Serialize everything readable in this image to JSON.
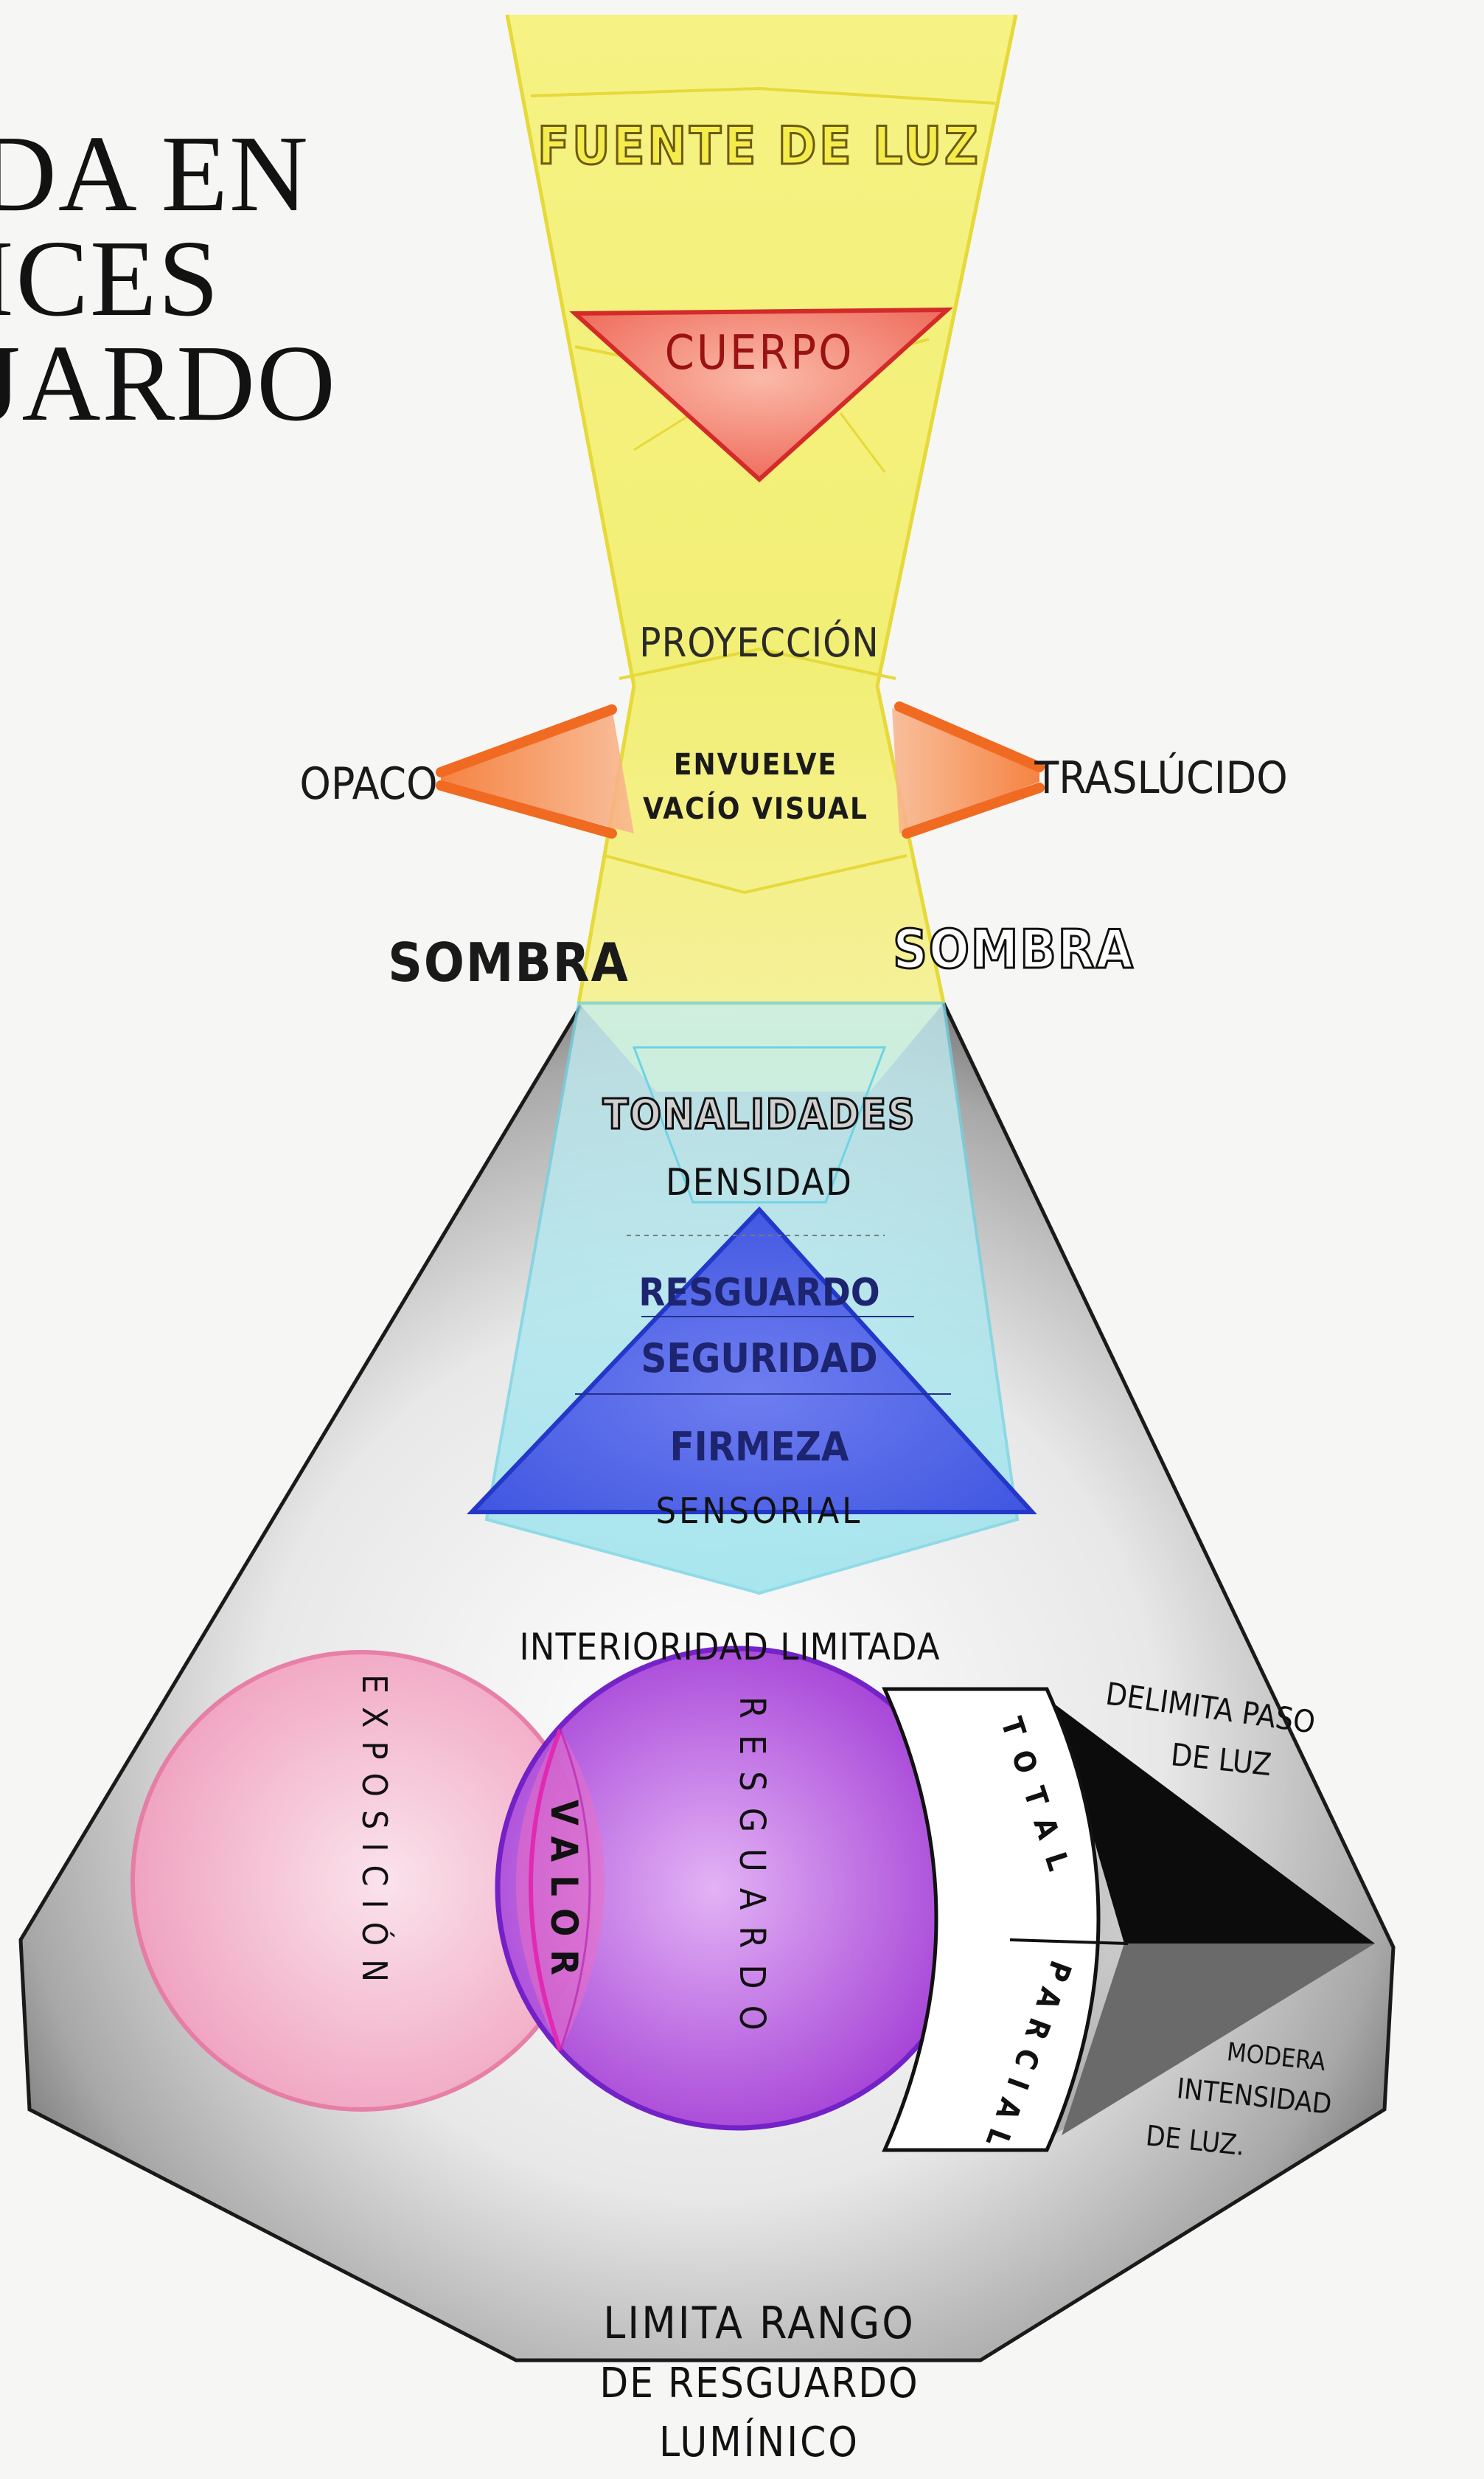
{
  "heading": {
    "line1": "DA EN",
    "line2": "ICES",
    "line3": "JARDO"
  },
  "labels": {
    "fuente": "FUENTE DE LUZ",
    "cuerpo": "CUERPO",
    "proyeccion": "PROYECCIÓN",
    "opaco": "OPACO",
    "traslucido": "TRASLÚCIDO",
    "envuelve": "ENVUELVE",
    "vacio": "VACÍO VISUAL",
    "sombra_left": "SOMBRA",
    "sombra_right": "SOMBRA",
    "tonalidades": "TONALIDADES",
    "densidad": "DENSIDAD",
    "resguardo_tier": "RESGUARDO",
    "seguridad": "SEGURIDAD",
    "firmeza": "FIRMEZA",
    "sensorial": "SENSORIAL",
    "interioridad": "INTERIORIDAD LIMITADA",
    "exposicion": "EXPOSICIÓN",
    "valor": "VALOR",
    "resguardo_circle": "RESGUARDO",
    "total": "TOTAL",
    "parcial": "PARCIAL",
    "delimita_1": "DELIMITA PASO",
    "delimita_2": "DE LUZ",
    "modera_1": "MODERA",
    "modera_2": "INTENSIDAD",
    "modera_3": "DE LUZ.",
    "limita_1": "LIMITA RANGO",
    "limita_2": "DE RESGUARDO",
    "limita_3": "LUMÍNICO"
  },
  "colors": {
    "light_beam": "#f3f063",
    "cuerpo_fill": "#f38b7a",
    "cuerpo_stroke": "#d92c2c",
    "orange": "#f2762f",
    "cyan": "#8fe3ee",
    "blue_triangle": "#4a5ee8",
    "pink_circle": "#f4a6c3",
    "purple_circle": "#b34ee0",
    "magenta": "#e02ab2",
    "shadow_gray": "#8a8a8a"
  }
}
